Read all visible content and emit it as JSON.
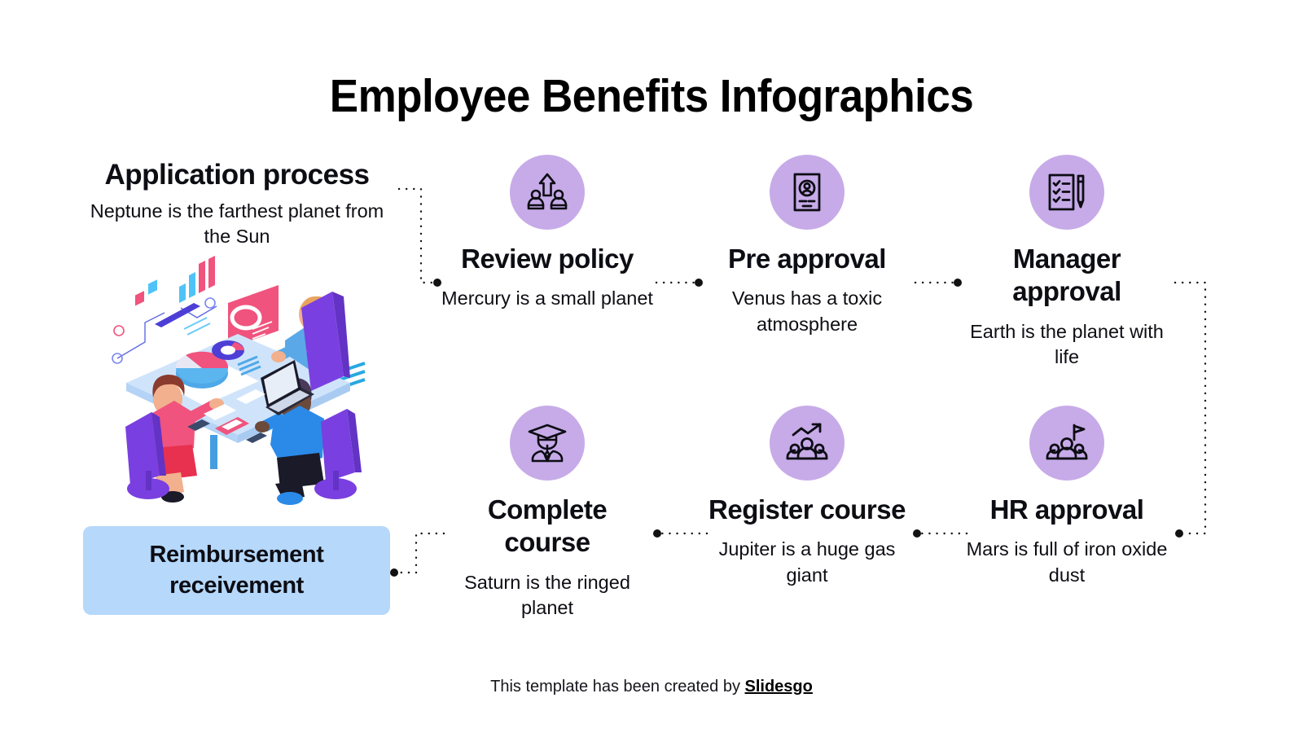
{
  "title": "Employee Benefits Infographics",
  "left_block": {
    "heading": "Application process",
    "description": "Neptune is the farthest planet from the Sun",
    "illustration_name": "isometric-business-meeting-illustration"
  },
  "reimbursement": {
    "label": "Reimbursement receivement",
    "background": "#b5d8fb"
  },
  "steps": [
    {
      "title": "Review policy",
      "description": "Mercury is a small planet",
      "icon": "people-growth-arrow-icon",
      "row": 1,
      "column": 1
    },
    {
      "title": "Pre approval",
      "description": "Venus has a toxic atmosphere",
      "icon": "id-card-person-icon",
      "row": 1,
      "column": 2
    },
    {
      "title": "Manager approval",
      "description": "Earth is the planet with life",
      "icon": "checklist-pencil-icon",
      "row": 1,
      "column": 3
    },
    {
      "title": "Complete course",
      "description": "Saturn is the ringed planet",
      "icon": "graduate-person-icon",
      "row": 2,
      "column": 1
    },
    {
      "title": "Register course",
      "description": "Jupiter is a huge gas giant",
      "icon": "group-trend-arrow-icon",
      "row": 2,
      "column": 2
    },
    {
      "title": "HR approval",
      "description": "Mars is full of iron oxide dust",
      "icon": "group-flag-goal-icon",
      "row": 2,
      "column": 3
    }
  ],
  "footer": {
    "text": "This template has been created by ",
    "brand": "Slidesgo"
  },
  "colors": {
    "icon_circle": "#c7abe8",
    "highlight_box": "#b5d8fb",
    "text": "#0d0d14",
    "connector": "#121212"
  }
}
